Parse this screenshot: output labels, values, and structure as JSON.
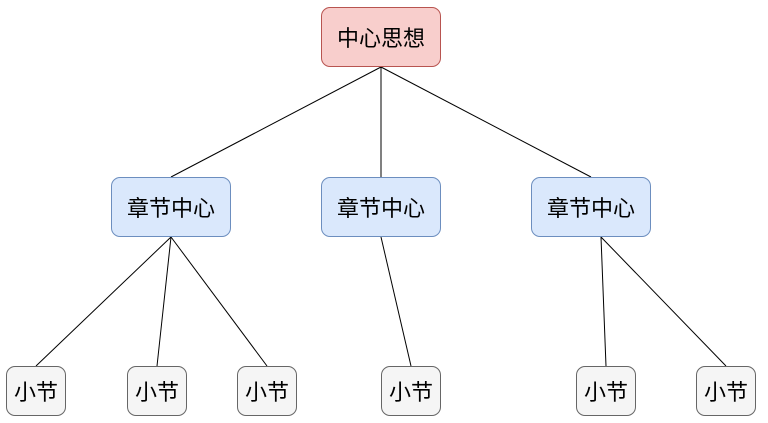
{
  "colors": {
    "root_fill": "#f8cecc",
    "root_border": "#b85450",
    "chapter_fill": "#dae8fc",
    "chapter_border": "#6c8ebf",
    "section_fill": "#f5f5f5",
    "section_border": "#666666",
    "edge": "#000000"
  },
  "root": {
    "label": "中心思想"
  },
  "chapters": [
    {
      "label": "章节中心",
      "sections": [
        "小节",
        "小节",
        "小节"
      ]
    },
    {
      "label": "章节中心",
      "sections": [
        "小节"
      ]
    },
    {
      "label": "章节中心",
      "sections": [
        "小节",
        "小节"
      ]
    }
  ]
}
